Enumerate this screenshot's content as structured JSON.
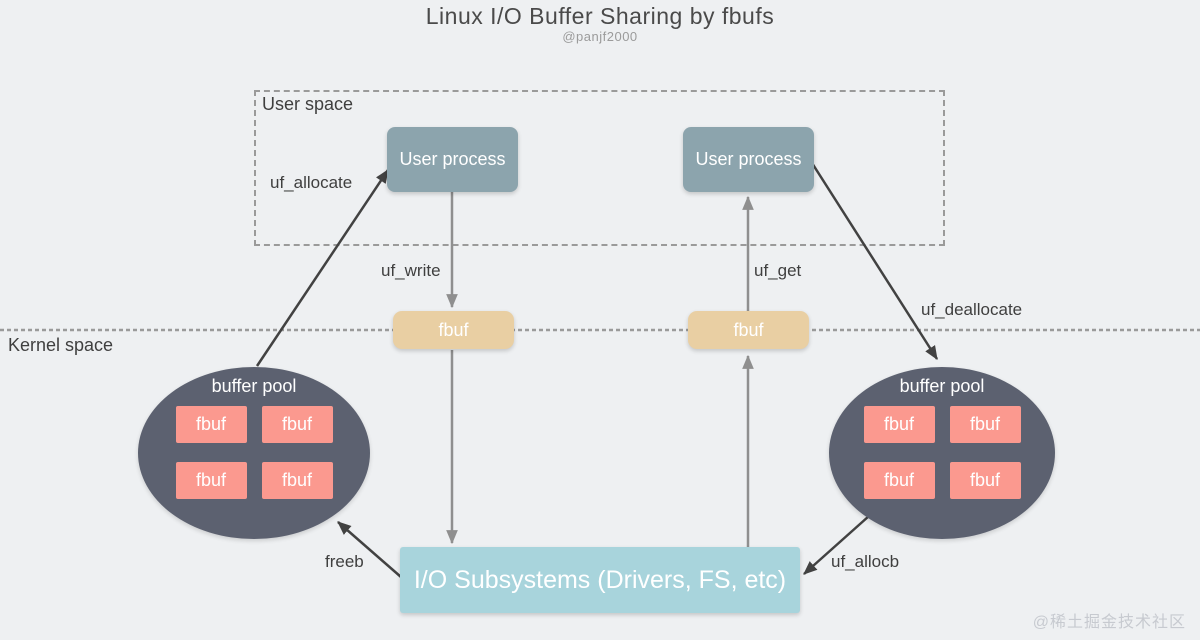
{
  "title": "Linux I/O Buffer Sharing by fbufs",
  "subtitle": "@panjf2000",
  "watermark": "@稀土掘金技术社区",
  "regions": {
    "user_space_label": "User space",
    "kernel_space_label": "Kernel space"
  },
  "nodes": {
    "user_process_left": {
      "label": "User process"
    },
    "user_process_right": {
      "label": "User process"
    },
    "fbuf_left": {
      "label": "fbuf"
    },
    "fbuf_right": {
      "label": "fbuf"
    },
    "buffer_pool_left": {
      "label": "buffer pool",
      "fbufs": [
        "fbuf",
        "fbuf",
        "fbuf",
        "fbuf"
      ]
    },
    "buffer_pool_right": {
      "label": "buffer pool",
      "fbufs": [
        "fbuf",
        "fbuf",
        "fbuf",
        "fbuf"
      ]
    },
    "io_subsystems": {
      "label": "I/O Subsystems (Drivers, FS, etc)"
    }
  },
  "edge_labels": {
    "uf_allocate": "uf_allocate",
    "uf_write": "uf_write",
    "uf_get": "uf_get",
    "uf_deallocate": "uf_deallocate",
    "freeb": "freeb",
    "uf_allocb": "uf_allocb"
  },
  "colors": {
    "background": "#eef0f2",
    "user_process": "#8ca4ad",
    "fbuf_kernel": "#e9cfa3",
    "buffer_pool": "#5c6170",
    "fbuf_pool": "#fb998f",
    "io_subsystems": "#a8d4dc",
    "arrow_dark": "#424242",
    "arrow_gray": "#8f8f8f",
    "dashed_line": "#9a9a9a"
  }
}
